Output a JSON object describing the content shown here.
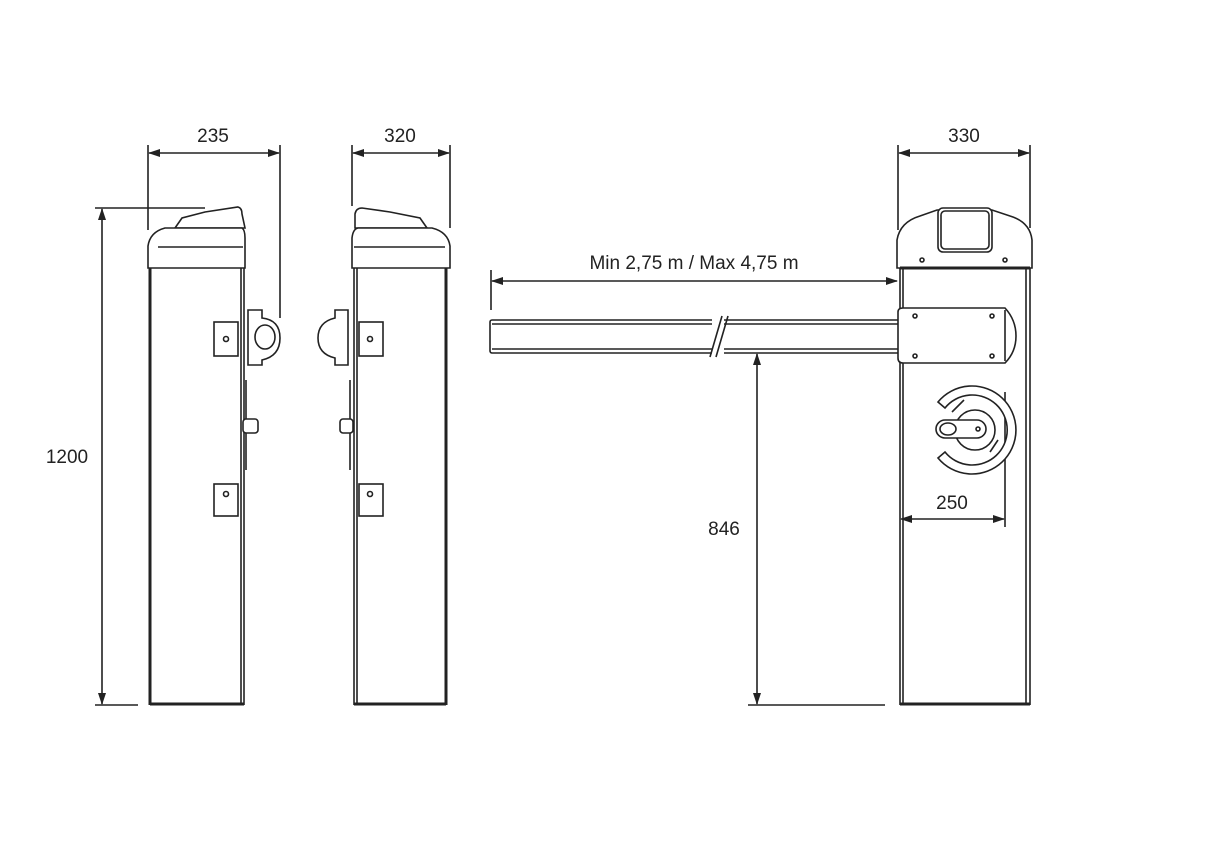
{
  "dimensions": {
    "side_width": "235",
    "side_depth": "320",
    "front_width": "330",
    "height": "1200",
    "boom_length": "Min 2,75 m / Max 4,75 m",
    "boom_height": "846",
    "hub_width": "250"
  },
  "colors": {
    "line": "#222222",
    "background": "#ffffff"
  }
}
